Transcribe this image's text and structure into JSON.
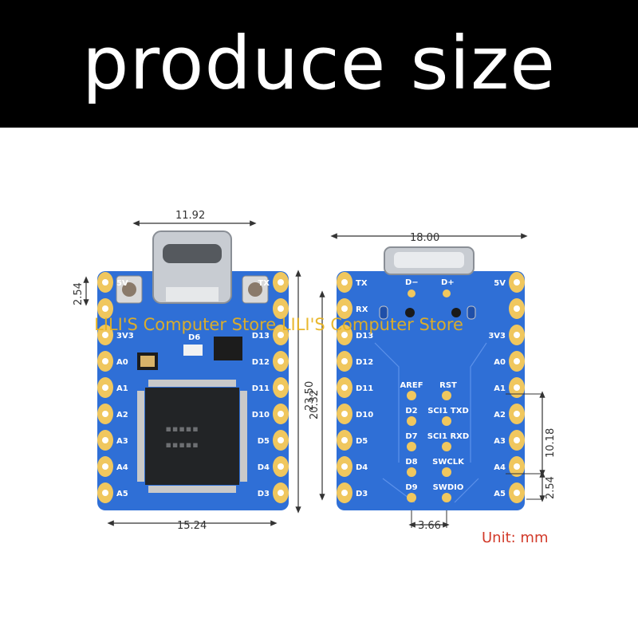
{
  "header": {
    "title": "produce size"
  },
  "colors": {
    "board": "#2f6fd6",
    "board_dark": "#1f4fa8",
    "pad": "#f0c75e",
    "accent_text": "#d23a2a",
    "watermark": "#e8b21e"
  },
  "watermark": {
    "text": "LILI'S Computer Store LILI'S Computer Store"
  },
  "unit_label": "Unit: mm",
  "front": {
    "left_pins": [
      "5V",
      "",
      "3V3",
      "A0",
      "A1",
      "A2",
      "A3",
      "A4",
      "A5"
    ],
    "right_pins": [
      "TX",
      "",
      "D13",
      "D12",
      "D11",
      "D10",
      "D5",
      "D4",
      "D3"
    ],
    "chip_labels": [
      "D6"
    ],
    "dims": {
      "width_top": "11.92",
      "pitch": "2.54",
      "height": "23.50",
      "width_bottom": "15.24"
    }
  },
  "back": {
    "left_pins": [
      "TX",
      "RX",
      "D13",
      "D12",
      "D11",
      "D10",
      "D5",
      "D4",
      "D3"
    ],
    "right_pins": [
      "5V",
      "",
      "3V3",
      "A0",
      "A1",
      "A2",
      "A3",
      "A4",
      "A5"
    ],
    "usb_labels": [
      "D−",
      "D+"
    ],
    "center_left": [
      "AREF",
      "D2",
      "D7",
      "D8",
      "D9"
    ],
    "center_right": [
      "RST",
      "SCI1 TXD",
      "SCI1 RXD",
      "SWCLK",
      "SWDIO"
    ],
    "dims": {
      "width_top": "18.00",
      "height": "20.32",
      "span_right": "10.18",
      "pitch_right": "2.54",
      "pad_gap": "3.66"
    }
  }
}
